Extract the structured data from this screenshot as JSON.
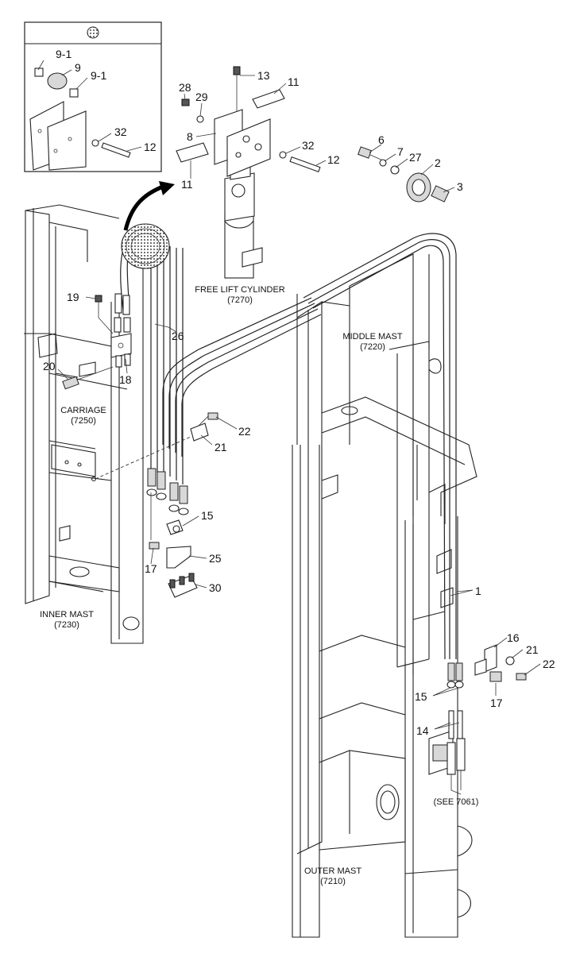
{
  "callouts": {
    "c91a": "9-1",
    "c9": "9",
    "c91b": "9-1",
    "c32a": "32",
    "c12a": "12",
    "c28": "28",
    "c29": "29",
    "c8": "8",
    "c13": "13",
    "c11a": "11",
    "c32b": "32",
    "c12b": "12",
    "c11b": "11",
    "c6": "6",
    "c7": "7",
    "c27": "27",
    "c2": "2",
    "c3": "3",
    "c19": "19",
    "c26": "26",
    "c18": "18",
    "c20": "20",
    "c22a": "22",
    "c21a": "21",
    "c15a": "15",
    "c17a": "17",
    "c25": "25",
    "c30": "30",
    "c1": "1",
    "c16": "16",
    "c21b": "21",
    "c22b": "22",
    "c15b": "15",
    "c17b": "17",
    "c14": "14"
  },
  "labels": {
    "free_lift_name": "FREE LIFT CYLINDER",
    "free_lift_code": "(7270)",
    "middle_mast_name": "MIDDLE MAST",
    "middle_mast_code": "(7220)",
    "carriage_name": "CARRIAGE",
    "carriage_code": "(7250)",
    "inner_mast_name": "INNER MAST",
    "inner_mast_code": "(7230)",
    "outer_mast_name": "OUTER MAST",
    "outer_mast_code": "(7210)",
    "see_ref": "(SEE 7061)"
  },
  "icons": {
    "inset_marker": "hatched-circle-icon",
    "pointer": "curved-arrow-icon"
  }
}
